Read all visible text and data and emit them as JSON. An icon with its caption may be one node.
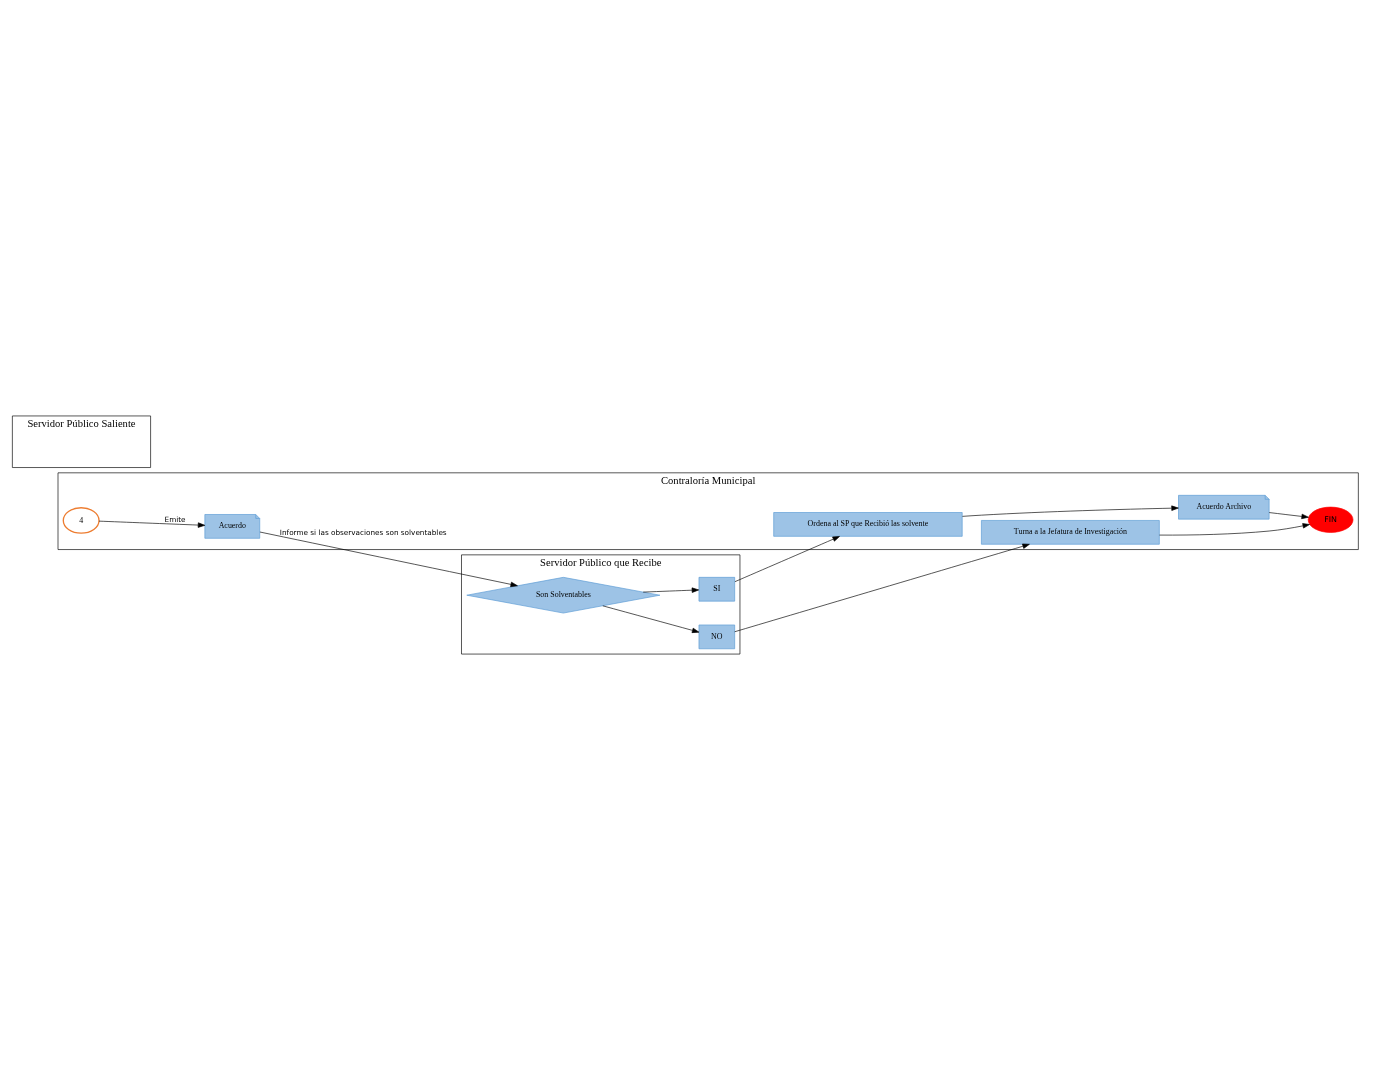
{
  "diagram": {
    "nodes": [
      {
        "text": [
          "Servidor Público que Recibe"
        ]
      },
      {
        "text": [
          "Servidor Público Saliente"
        ]
      },
      {
        "text": [
          "Contraloría Municipal"
        ]
      },
      {
        "text": [
          "4"
        ],
        "in": 2
      },
      {
        "text": [
          "Acuerdo"
        ],
        "in": 2
      },
      {
        "text": [
          "Son Solventables"
        ],
        "in": 0
      },
      {
        "text": [
          "SI"
        ],
        "in": 0
      },
      {
        "text": [
          "NO"
        ],
        "in": 0
      },
      {
        "text": [
          "Ordena al SP que Recibió las solvente"
        ],
        "in": 2
      },
      {
        "text": [
          "Acuerdo Archivo"
        ],
        "in": 2
      },
      {
        "text": [
          "FIN"
        ],
        "in": 2
      },
      {
        "text": [
          "Turna a la Jefatura de Investigación"
        ],
        "in": 2
      }
    ],
    "edges": [
      {
        "from": 3,
        "to": 4,
        "arrow": "to",
        "label": "Emite"
      },
      {
        "from": 4,
        "to": 5,
        "arrow": "to",
        "label": "Informe si las observaciones son solventables"
      },
      {
        "from": 5,
        "to": 6,
        "arrow": "to"
      },
      {
        "from": 5,
        "to": 7,
        "arrow": "to"
      },
      {
        "from": 6,
        "to": 8,
        "arrow": "to"
      },
      {
        "from": 8,
        "to": 9,
        "arrow": "to"
      },
      {
        "from": 9,
        "to": 10,
        "arrow": "to"
      },
      {
        "from": 7,
        "to": 11,
        "arrow": "to"
      },
      {
        "from": 11,
        "to": 10,
        "arrow": "to"
      }
    ]
  }
}
